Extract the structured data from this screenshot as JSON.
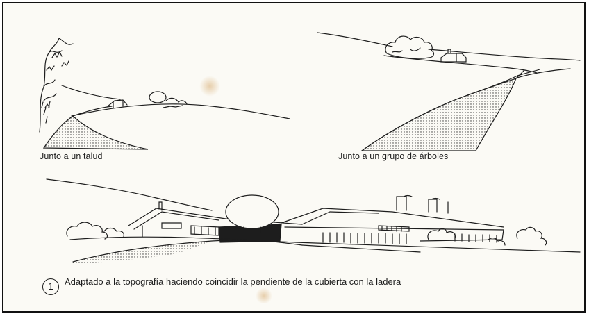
{
  "captions": {
    "talud": "Junto a un talud",
    "arboles": "Junto a un grupo de árboles"
  },
  "note": {
    "number": "1",
    "text": "Adaptado a la topografía haciendo coincidir la pendiente de la cubierta con la ladera"
  },
  "colors": {
    "ink": "#1d1d1d",
    "paper": "#fbfaf5",
    "stain": "#d6aa6e"
  }
}
